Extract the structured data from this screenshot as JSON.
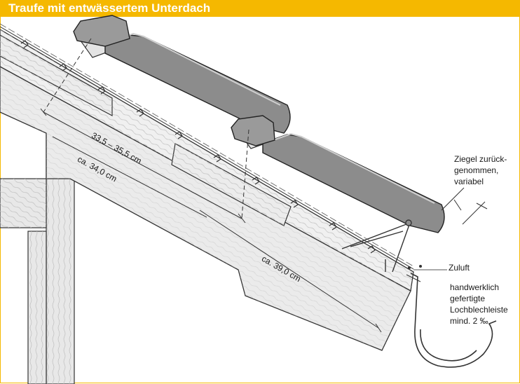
{
  "title": "Traufe mit entwässertem Unterdach",
  "dimensions": {
    "d1": "33,5 – 35,5 cm",
    "d2": "ca. 34,0 cm",
    "d3": "ca. 39,0 cm"
  },
  "labels": {
    "ziegel_line1": "Ziegel zurück-",
    "ziegel_line2": "genommen,",
    "ziegel_line3": "variabel",
    "zuluft": "Zuluft",
    "leiste_line1": "handwerklich",
    "leiste_line2": "gefertigte",
    "leiste_line3": "Lochblechleiste",
    "leiste_line4": "mind. 2 ‰"
  },
  "colors": {
    "accent": "#f5b800",
    "tile": "#8c8c8c",
    "wood": "#e8e8e8",
    "line": "#333333"
  }
}
